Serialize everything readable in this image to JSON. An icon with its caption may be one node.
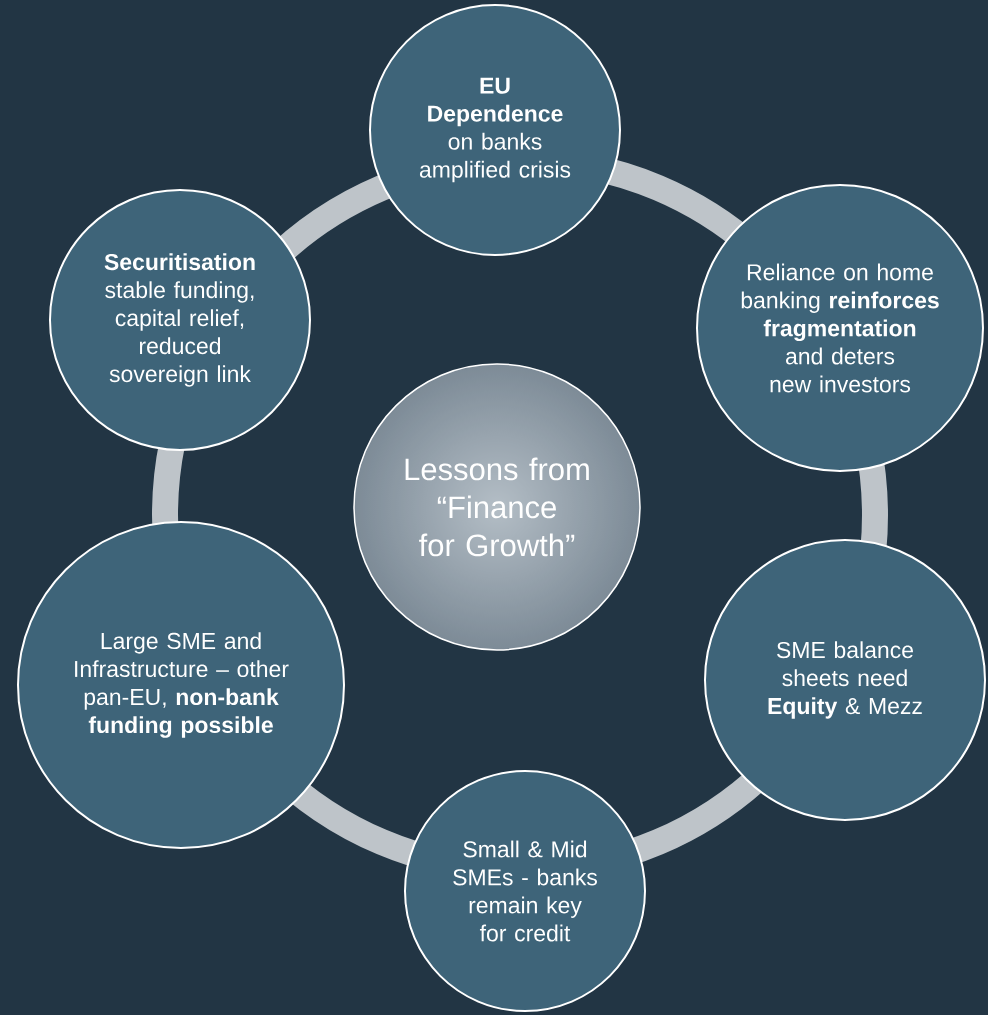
{
  "diagram": {
    "nodes": [
      {
        "text": [
          "Lessons from “Finance for Growth”"
        ]
      },
      {
        "text": [
          "**EU Dependence** on banks amplified crisis"
        ]
      },
      {
        "text": [
          "Reliance on home banking **reinforces fragmentation** and deters new investors"
        ]
      },
      {
        "text": [
          "SME balance sheets need **Equity** & Mezz"
        ]
      },
      {
        "text": [
          "Small &  Mid SMEs - banks remain key for credit"
        ]
      },
      {
        "text": [
          "Large SME and Infrastructure – other pan-EU, **non-bank funding possible**"
        ]
      },
      {
        "text": [
          "**Securitisation** stable funding, capital relief, reduced sovereign link"
        ]
      }
    ]
  }
}
